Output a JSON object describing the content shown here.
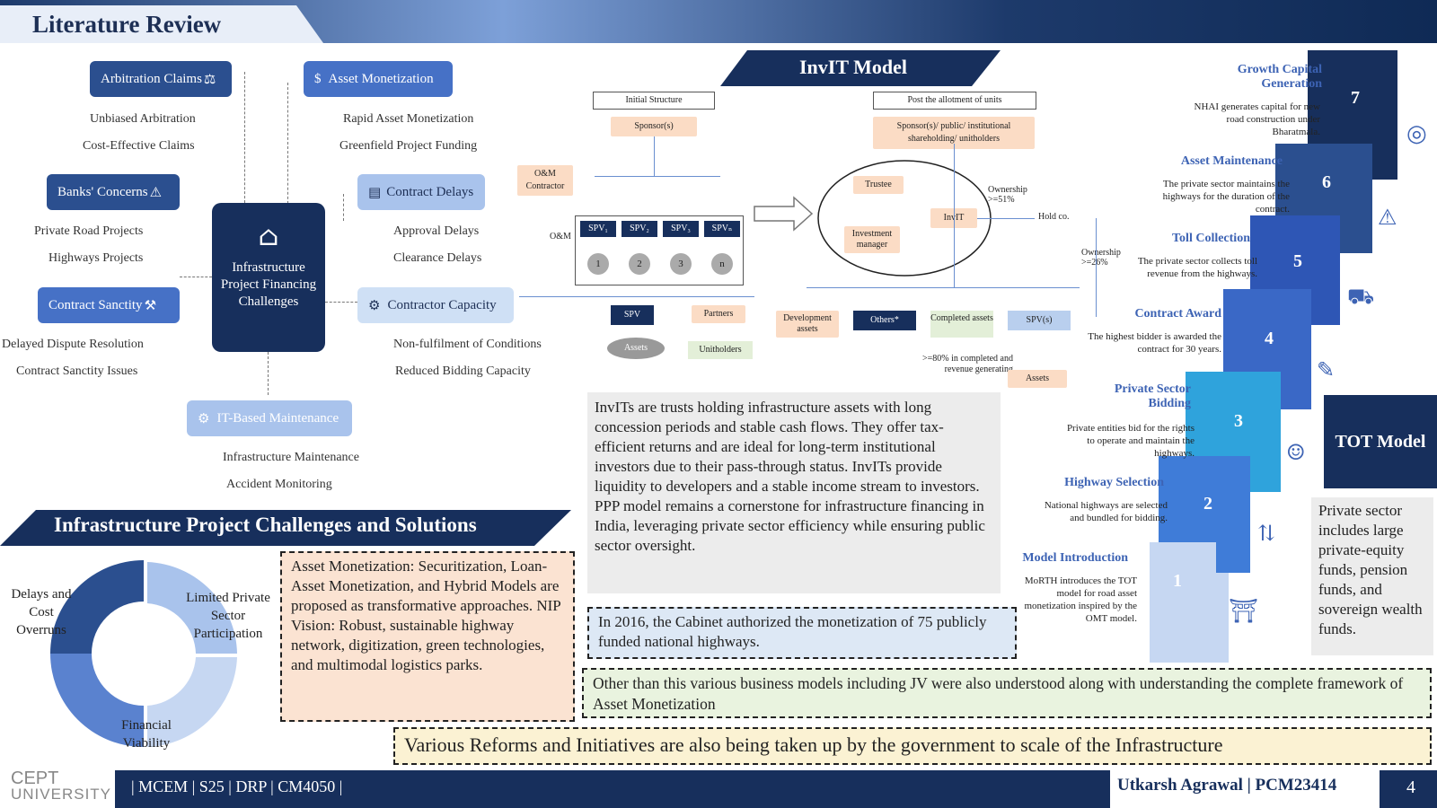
{
  "header": {
    "title": "Literature Review"
  },
  "left_tree": {
    "center": "Infrastructure Project Financing Challenges",
    "arbitration": {
      "label": "Arbitration Claims",
      "subs": [
        "Unbiased Arbitration",
        "Cost-Effective Claims"
      ]
    },
    "banks": {
      "label": "Banks' Concerns",
      "subs": [
        "Private Road Projects",
        "Highways Projects"
      ]
    },
    "sanctity": {
      "label": "Contract Sanctity",
      "subs": [
        "Delayed Dispute Resolution",
        "Contract Sanctity Issues"
      ]
    },
    "monetization": {
      "label": "Asset Monetization",
      "subs": [
        "Rapid Asset Monetization",
        "Greenfield Project Funding"
      ]
    },
    "delays": {
      "label": "Contract Delays",
      "subs": [
        "Approval Delays",
        "Clearance Delays"
      ]
    },
    "capacity": {
      "label": "Contractor Capacity",
      "subs": [
        "Non-fulfilment of Conditions",
        "Reduced Bidding Capacity"
      ]
    },
    "it_maint": {
      "label": "IT-Based Maintenance",
      "subs": [
        "Infrastructure Maintenance",
        "Accident Monitoring"
      ]
    }
  },
  "solutions": {
    "banner": "Infrastructure Project Challenges and Solutions",
    "ring_labels": [
      "Delays and Cost Overruns",
      "Limited Private Sector Participation",
      "Financial Viability"
    ],
    "asset_text": "Asset Monetization: Securitization, Loan-Asset Monetization, and Hybrid Models are proposed as transformative approaches. NIP Vision: Robust, sustainable highway network, digitization, green technologies, and multimodal logistics parks."
  },
  "invit": {
    "banner": "InvIT Model",
    "initial_structure": "Initial Structure",
    "post_allotment": "Post the allotment of units",
    "sponsors": "Sponsor(s)",
    "sponsors_public": "Sponsor(s)/ public/ institutional shareholding/ unitholders",
    "om_contractor": "O&M Contractor",
    "om": "O&M",
    "spvs": [
      "SPV₁",
      "SPV₂",
      "SPV₃",
      "SPVₙ"
    ],
    "spv_nums": [
      "1",
      "2",
      "3",
      "n"
    ],
    "trustee": "Trustee",
    "invit": "InvIT",
    "investment_manager": "Investment manager",
    "ownership_51": "Ownership >=51%",
    "ownership_26": "Ownership >=26%",
    "hold_co": "Hold co.",
    "dev_assets": "Development assets",
    "others": "Others*",
    "completed_assets": "Completed assets",
    "spvs_label": "SPV(s)",
    "eighty": ">=80% in completed and revenue generating",
    "assets": "Assets",
    "legend": {
      "spv": "SPV",
      "partners": "Partners",
      "assets": "Assets",
      "unitholders": "Unitholders"
    },
    "text": "InvITs are trusts holding infrastructure assets with long concession periods and stable cash flows. They offer tax-efficient returns and are ideal for long-term institutional investors due to their pass-through status. InvITs provide liquidity to developers and a stable income stream to investors. PPP model remains a cornerstone for infrastructure financing in India, leveraging private sector efficiency while ensuring public sector oversight.",
    "cabinet": "In 2016, the Cabinet authorized the monetization of 75 publicly funded national highways."
  },
  "tot": {
    "title": "TOT Model",
    "text": "Private sector includes large private-equity funds, pension funds, and sovereign wealth funds.",
    "steps": [
      {
        "n": "1",
        "title": "Model Introduction",
        "desc": "MoRTH introduces the TOT model for road asset monetization inspired by the OMT model."
      },
      {
        "n": "2",
        "title": "Highway Selection",
        "desc": "National highways are selected and bundled for bidding."
      },
      {
        "n": "3",
        "title": "Private Sector Bidding",
        "desc": "Private entities bid for the rights to operate and maintain the highways."
      },
      {
        "n": "4",
        "title": "Contract Award",
        "desc": "The highest bidder is awarded the contract for 30 years."
      },
      {
        "n": "5",
        "title": "Toll Collection",
        "desc": "The private sector collects toll revenue from the highways."
      },
      {
        "n": "6",
        "title": "Asset Maintenance",
        "desc": "The private sector maintains the highways for the duration of the contract."
      },
      {
        "n": "7",
        "title": "Growth Capital Generation",
        "desc": "NHAI generates capital for new road construction under Bharatmala."
      }
    ]
  },
  "other_text": "Other than this various business models including JV were also understood along with understanding the complete framework of Asset Monetization",
  "reform_text": "Various Reforms and Initiatives are also being taken up by the government to scale of the Infrastructure",
  "footer": {
    "logo_top": "CEPT",
    "logo_bottom": "UNIVERSITY",
    "meta": "| MCEM | S25 | DRP | CM4050 |",
    "author": "Utkarsh Agrawal | PCM23414",
    "page": "4"
  },
  "colors": {
    "navy": "#172f5c",
    "accent": "#4671c6",
    "peach": "#fbdcc5"
  }
}
